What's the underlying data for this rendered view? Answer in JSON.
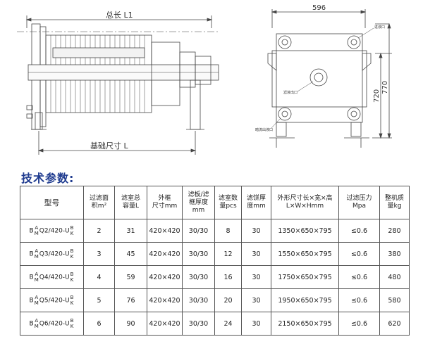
{
  "drawing": {
    "front_view": {
      "total_length_label": "总长 L1",
      "base_length_label": "基础尺寸 L"
    },
    "side_view": {
      "width_dim": "596",
      "height_dim_outer": "770",
      "height_dim_inner": "720",
      "callout_top": "进液口",
      "callout_mid": "滤液出口",
      "callout_bottom": "暗流出液口"
    }
  },
  "section_title": "技术参数:",
  "table": {
    "headers": {
      "model": "型号",
      "area": [
        "过滤面",
        "积m²"
      ],
      "volume": [
        "滤室总",
        "容量L"
      ],
      "frame": [
        "外框",
        "尺寸mm"
      ],
      "thickness": [
        "滤板/滤",
        "框厚度",
        "mm"
      ],
      "chambers": [
        "滤室数",
        "量pcs"
      ],
      "cake": [
        "滤饼厚",
        "度mm"
      ],
      "dimensions": [
        "外形尺寸长×宽×高",
        "L×W×Hmm"
      ],
      "pressure": [
        "过滤压力",
        "Mpa"
      ],
      "weight": [
        "整机质",
        "量kg"
      ]
    },
    "model_prefix": "B",
    "model_prefix_stack": [
      "A",
      "M"
    ],
    "model_suffix_stack": [
      "B",
      "K"
    ],
    "rows": [
      {
        "model": "Q2/420-U",
        "area": "2",
        "volume": "31",
        "frame": "420×420",
        "thickness": "30/30",
        "chambers": "8",
        "cake": "30",
        "dimensions": "1350×650×795",
        "pressure": "≤0.6",
        "weight": "280"
      },
      {
        "model": "Q3/420-U",
        "area": "3",
        "volume": "45",
        "frame": "420×420",
        "thickness": "30/30",
        "chambers": "12",
        "cake": "30",
        "dimensions": "1550×650×795",
        "pressure": "≤0.6",
        "weight": "380"
      },
      {
        "model": "Q4/420-U",
        "area": "4",
        "volume": "59",
        "frame": "420×420",
        "thickness": "30/30",
        "chambers": "16",
        "cake": "30",
        "dimensions": "1750×650×795",
        "pressure": "≤0.6",
        "weight": "480"
      },
      {
        "model": "Q5/420-U",
        "area": "5",
        "volume": "76",
        "frame": "420×420",
        "thickness": "30/30",
        "chambers": "20",
        "cake": "30",
        "dimensions": "1950×650×795",
        "pressure": "≤0.6",
        "weight": "580"
      },
      {
        "model": "Q6/420-U",
        "area": "6",
        "volume": "90",
        "frame": "420×420",
        "thickness": "30/30",
        "chambers": "24",
        "cake": "30",
        "dimensions": "2150×650×795",
        "pressure": "≤0.6",
        "weight": "620"
      }
    ]
  }
}
